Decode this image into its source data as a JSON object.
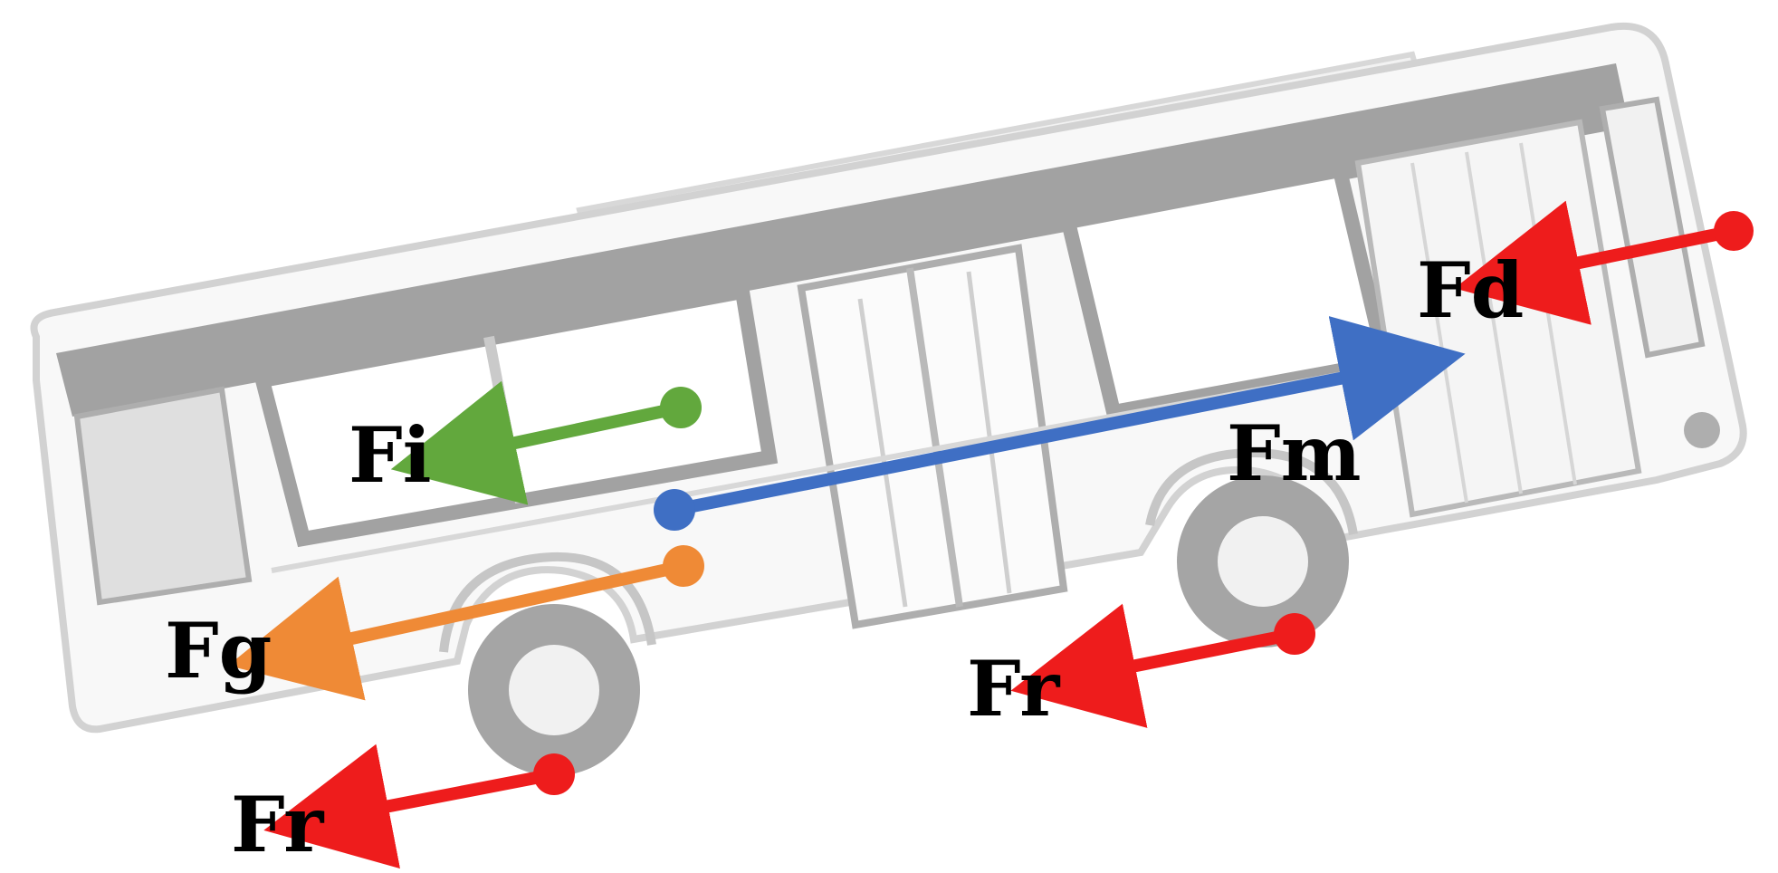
{
  "diagram": {
    "subject": "bus-on-incline",
    "forces": [
      {
        "id": "fd",
        "label": "Fd",
        "color": "#ee1c1c"
      },
      {
        "id": "fi",
        "label": "Fi",
        "color": "#62a83d"
      },
      {
        "id": "fm",
        "label": "Fm",
        "color": "#3f6fc4"
      },
      {
        "id": "fg",
        "label": "Fg",
        "color": "#ef8a36"
      },
      {
        "id": "fr-rear",
        "label": "Fr",
        "color": "#ee1c1c"
      },
      {
        "id": "fr-front",
        "label": "Fr",
        "color": "#ee1c1c"
      }
    ],
    "colors": {
      "body_fill": "#f7f7f7",
      "body_stroke": "#cfcfcf",
      "dark_band": "#8c8c8c",
      "window_fill": "#ffffff",
      "wheel": "#8f8f8f",
      "hub": "#eeeeee"
    }
  }
}
